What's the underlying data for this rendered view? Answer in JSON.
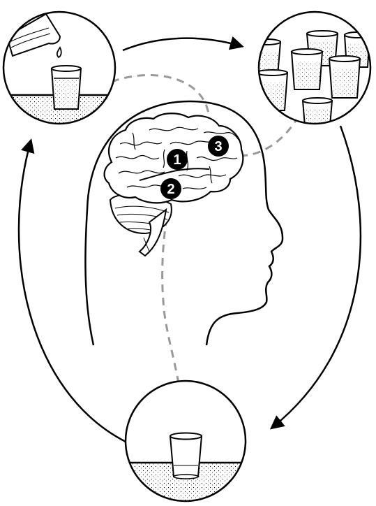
{
  "diagram": {
    "markers": [
      {
        "id": "1",
        "label": "1"
      },
      {
        "id": "2",
        "label": "2"
      },
      {
        "id": "3",
        "label": "3"
      }
    ],
    "colors": {
      "ink": "#000000",
      "paper": "#ffffff",
      "dashed_path": "#999999"
    }
  }
}
